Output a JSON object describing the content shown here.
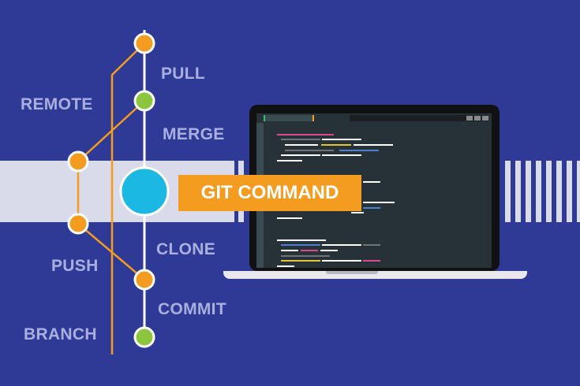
{
  "title": "GIT COMMAND",
  "labels": {
    "pull": "PULL",
    "remote": "REMOTE",
    "merge": "MERGE",
    "clone": "CLONE",
    "push": "PUSH",
    "commit": "COMMIT",
    "branch": "BRANCH"
  },
  "colors": {
    "background": "#2f3a96",
    "band": "#d9dbeb",
    "orange": "#f39c1f",
    "green": "#8cc63f",
    "cyan": "#1bb8e3",
    "label": "#a9b0de"
  },
  "nodes": [
    {
      "name": "pull-node",
      "color": "orange"
    },
    {
      "name": "merge-node",
      "color": "green"
    },
    {
      "name": "remote-node",
      "color": "orange"
    },
    {
      "name": "git-command-node",
      "color": "cyan"
    },
    {
      "name": "push-node",
      "color": "orange"
    },
    {
      "name": "commit-node",
      "color": "orange"
    },
    {
      "name": "branch-node",
      "color": "green"
    }
  ]
}
